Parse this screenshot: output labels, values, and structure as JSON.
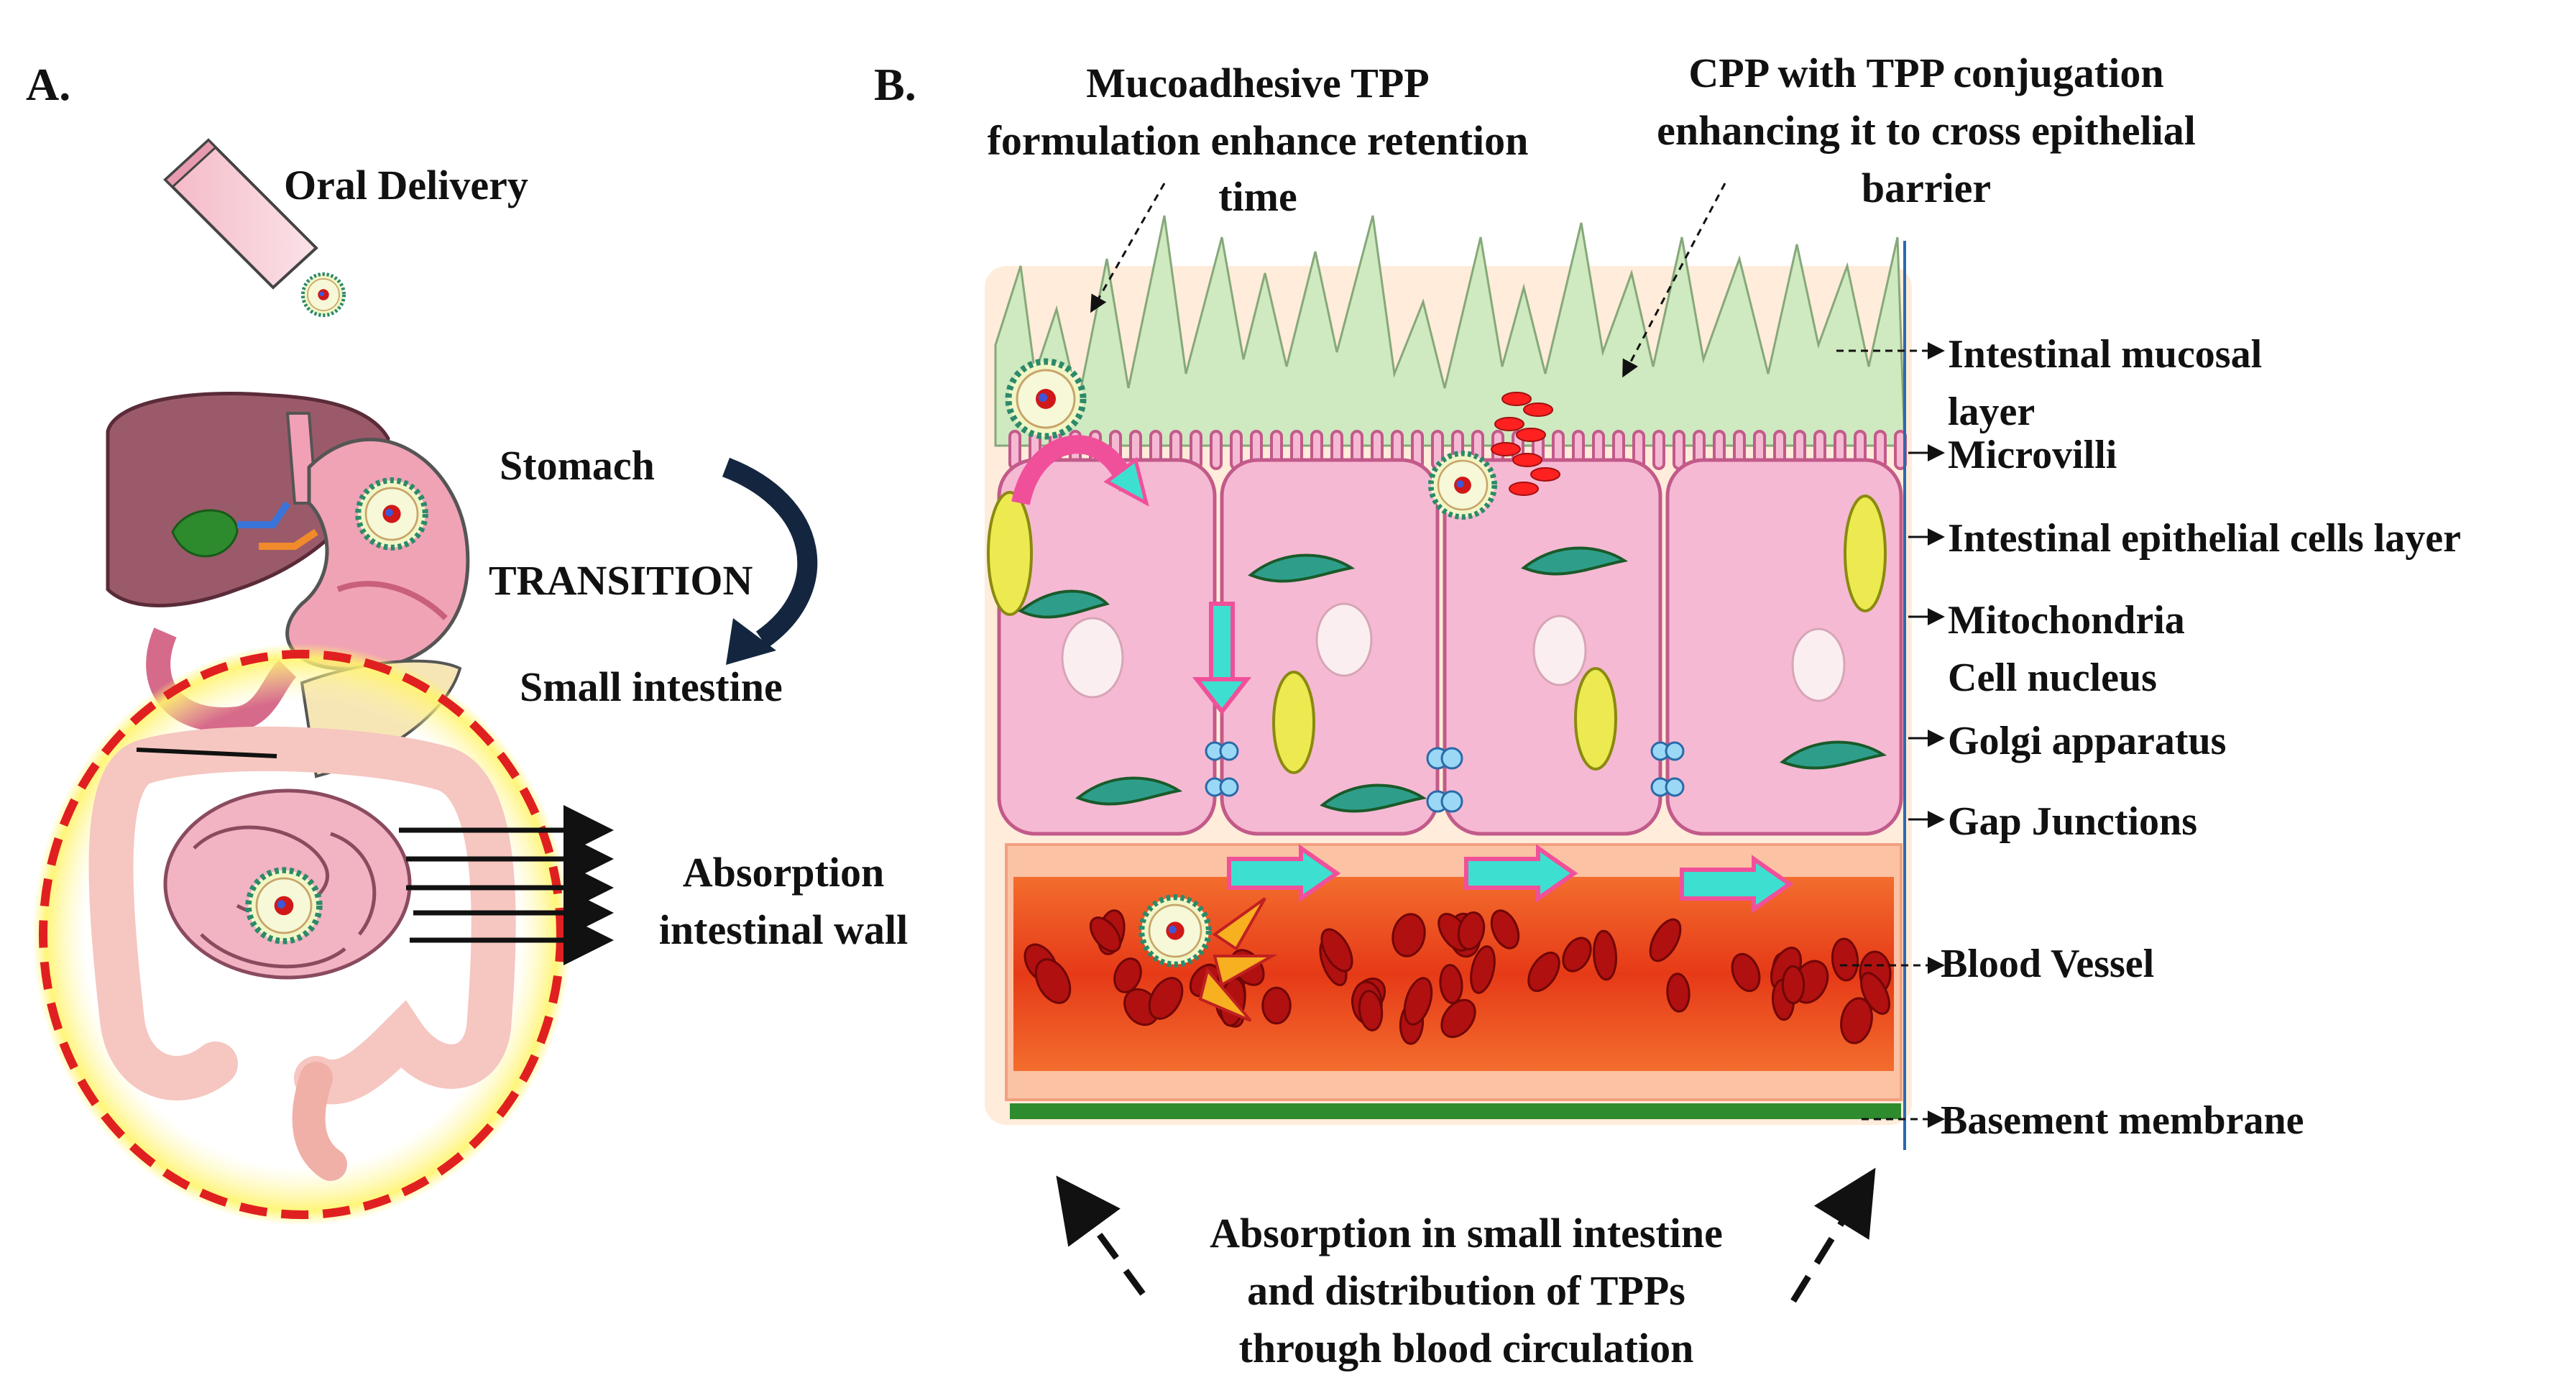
{
  "panel_a": {
    "letter": "A.",
    "oral_delivery": "Oral Delivery",
    "stomach": "Stomach",
    "transition": "TRANSITION",
    "small_intestine": "Small intestine",
    "absorption_line1": "Absorption",
    "absorption_line2": "intestinal wall"
  },
  "panel_b": {
    "letter": "B.",
    "callout_left": [
      "Mucoadhesive TPP",
      "formulation enhance retention",
      "time"
    ],
    "callout_right": [
      "CPP with TPP conjugation",
      "enhancing it to cross epithelial",
      "barrier"
    ],
    "layers": {
      "mucosal_line1": "Intestinal mucosal",
      "mucosal_line2": "layer",
      "microvilli": "Microvilli",
      "epithelial": "Intestinal epithelial cells layer",
      "mitochondria": "Mitochondria",
      "nucleus": "Cell nucleus",
      "golgi": "Golgi apparatus",
      "gap": "Gap Junctions",
      "blood": "Blood Vessel",
      "basement": "Basement membrane"
    },
    "bottom_caption": [
      "Absorption in small intestine",
      "and distribution of TPPs",
      "through blood circulation"
    ]
  },
  "colors": {
    "mucus": "#cfe9c0",
    "cell": "#f6b9d3",
    "blood": "#e8421e",
    "rbc": "#b01010",
    "dashed_circle": "#e02020",
    "arrow_cyan": "#3de0d0",
    "arrow_pink": "#f0509a",
    "basement": "#2e8b2e"
  }
}
